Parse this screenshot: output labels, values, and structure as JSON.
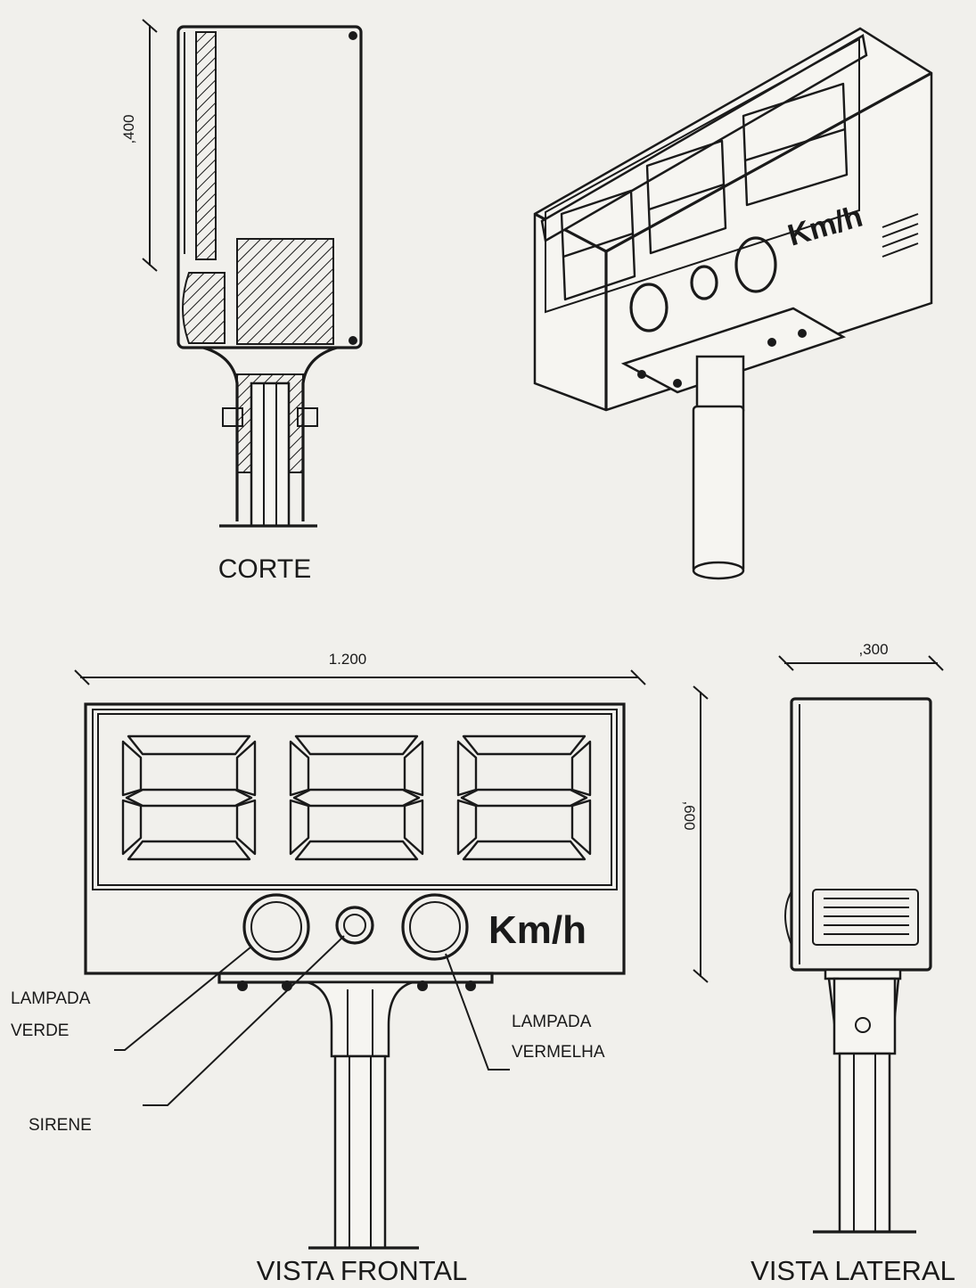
{
  "views": {
    "corte": "CORTE",
    "vista_frontal": "VISTA FRONTAL",
    "vista_lateral": "VISTA LATERAL"
  },
  "dimensions": {
    "corte_height": ",400",
    "front_width": "1.200",
    "front_height": ",600",
    "side_width": ",300"
  },
  "display": {
    "unit": "Km/h",
    "digits": 3
  },
  "callouts": {
    "green_lamp_line1": "LAMPADA",
    "green_lamp_line2": "VERDE",
    "red_lamp_line1": "LAMPADA",
    "red_lamp_line2": "VERMELHA",
    "siren": "SIRENE"
  },
  "colors": {
    "paper": "#f1f0ec",
    "ink": "#1a1a1a"
  }
}
